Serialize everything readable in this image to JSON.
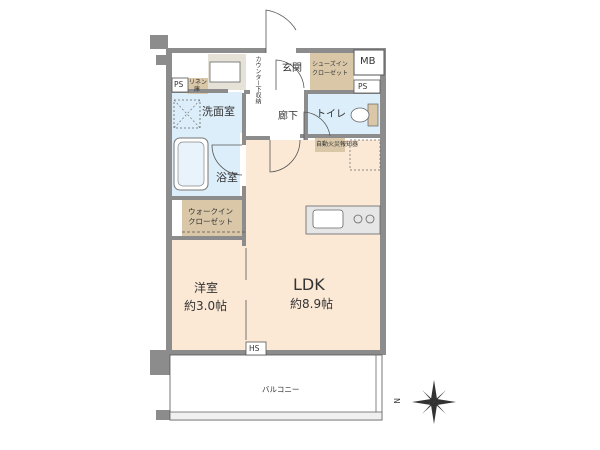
{
  "rooms": {
    "ldk_name": "LDK",
    "ldk_area": "約8.9帖",
    "western_name": "洋室",
    "western_area": "約3.0帖",
    "bath": "浴室",
    "washroom": "洗面室",
    "hallway": "廊下",
    "toilet": "トイレ",
    "entrance": "玄関",
    "walkin_line1": "ウォークイン",
    "walkin_line2": "クローゼット",
    "shoes_line1": "シューズイン",
    "shoes_line2": "クローゼット",
    "fire_alarm": "自動火災報知器",
    "counter_note": "カウンター下収納",
    "linen_line1": "リネン",
    "linen_line2": "庫",
    "balcony": "バルコニー"
  },
  "labels": {
    "ps_left": "PS",
    "ps_right": "PS",
    "mb": "MB",
    "hs": "HS"
  },
  "compass": {
    "north_label": "N"
  },
  "colors": {
    "wall": "#8c8c8c",
    "ldk_floor": "#fbe9d6",
    "western_floor": "#fbe9d6",
    "wet_floor": "#dceefa",
    "closet_fill": "#d9c7a8",
    "line": "#555555"
  }
}
